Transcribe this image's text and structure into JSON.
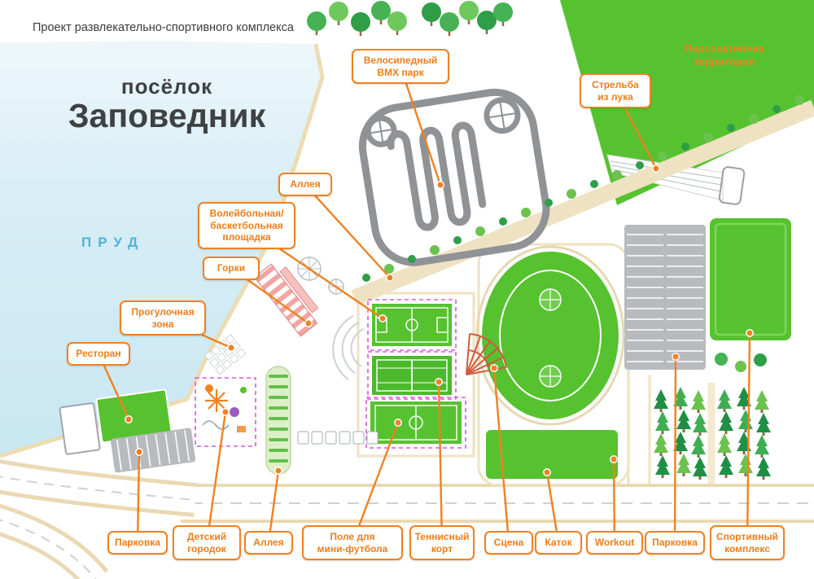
{
  "header": {
    "project_title": "Проект развлекательно-спортивного комплекса",
    "logo_line1": "посёлок",
    "logo_line2": "Заповедник"
  },
  "map": {
    "pond_label": "ПРУД",
    "perspective_territory": "Перспективная\nтерритория"
  },
  "callouts": [
    {
      "id": "bmx-park",
      "text": "Велосипедный\nBMX парк"
    },
    {
      "id": "archery",
      "text": "Стрельба\nиз лука"
    },
    {
      "id": "alley-top",
      "text": "Аллея"
    },
    {
      "id": "volleyball-basketball",
      "text": "Волейбольная/\nбаскетбольная\nплощадка"
    },
    {
      "id": "slides",
      "text": "Горки"
    },
    {
      "id": "walking-zone",
      "text": "Прогулочная\nзона"
    },
    {
      "id": "restaurant",
      "text": "Ресторан"
    },
    {
      "id": "parking-left",
      "text": "Парковка"
    },
    {
      "id": "kids-town",
      "text": "Детский\nгородок"
    },
    {
      "id": "alley-bottom",
      "text": "Аллея"
    },
    {
      "id": "mini-football",
      "text": "Поле для\nмини-футбола"
    },
    {
      "id": "tennis-court",
      "text": "Теннисный\nкорт"
    },
    {
      "id": "stage",
      "text": "Сцена"
    },
    {
      "id": "ice-rink",
      "text": "Каток"
    },
    {
      "id": "workout",
      "text": "Workout"
    },
    {
      "id": "parking-right",
      "text": "Парковка"
    },
    {
      "id": "sports-complex",
      "text": "Спортивный\nкомплекс"
    }
  ],
  "colors": {
    "accent_orange": "#f08121",
    "pond_blue": "#cde9f3",
    "field_green": "#56c22f",
    "dark_tree_green": "#2f9e47",
    "path_beige": "#e9d9b4",
    "parking_gray": "#b7bbbe",
    "court_border_magenta": "#dd55dd",
    "logo_dark": "#3f4142",
    "pond_text_blue": "#4fb3d6"
  }
}
